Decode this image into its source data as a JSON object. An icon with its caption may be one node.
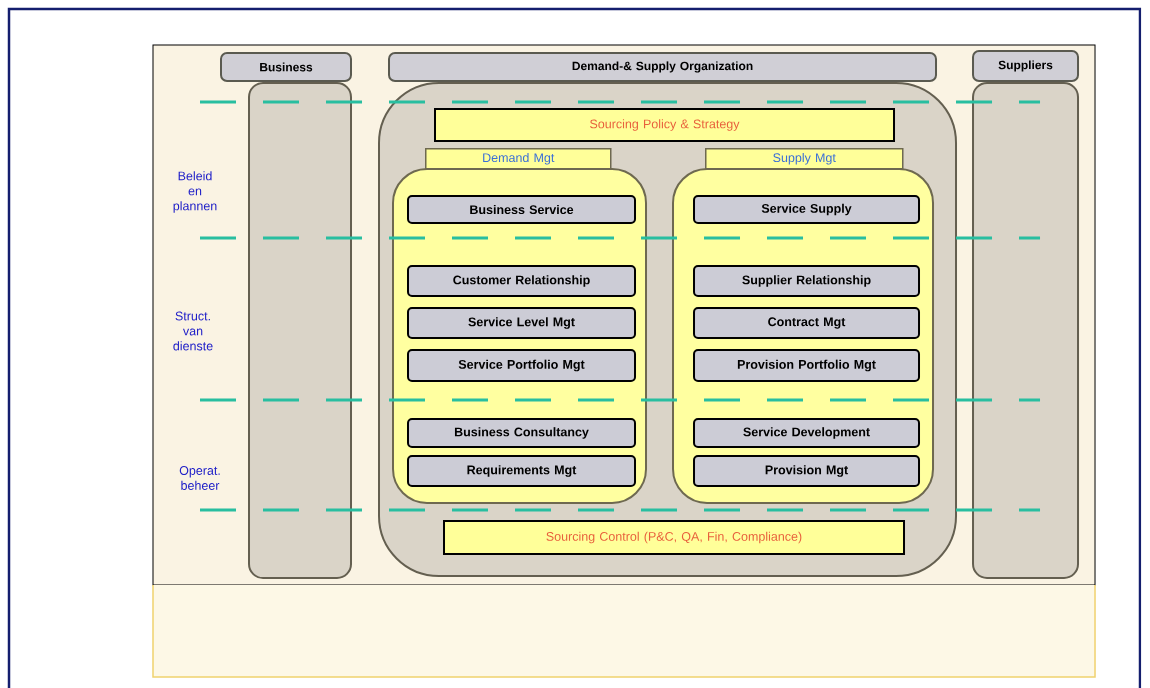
{
  "diagram": {
    "nodes": [
      {
        "text": [
          "Business"
        ]
      },
      {
        "text": [
          "Demand-& Supply Organization"
        ]
      },
      {
        "text": [
          "Suppliers"
        ]
      },
      {
        "text": [],
        "shape": "box"
      },
      {
        "text": [],
        "shape": "box"
      },
      {
        "text": [],
        "shape": "box"
      },
      {
        "text": [
          "Sourcing Policy & Strategy"
        ],
        "in": 4
      },
      {
        "text": [
          "Demand Mgt"
        ],
        "in": 4
      },
      {
        "text": [],
        "shape": "box",
        "in": 4
      },
      {
        "text": [
          "Business Service"
        ],
        "in": 8
      },
      {
        "text": [
          "Customer Relationship"
        ],
        "in": 8
      },
      {
        "text": [
          "Service Level Mgt"
        ],
        "in": 8
      },
      {
        "text": [
          "Service Portfolio Mgt"
        ],
        "in": 8
      },
      {
        "text": [
          "Business Consultancy"
        ],
        "in": 8
      },
      {
        "text": [
          "Requirements Mgt"
        ],
        "in": 8
      },
      {
        "text": [
          "Supply Mgt"
        ],
        "in": 4
      },
      {
        "text": [],
        "shape": "box",
        "in": 4
      },
      {
        "text": [
          "Service Supply"
        ],
        "in": 16
      },
      {
        "text": [
          "Supplier Relationship"
        ],
        "in": 16
      },
      {
        "text": [
          "Contract Mgt"
        ],
        "in": 16
      },
      {
        "text": [
          "Provision Portfolio Mgt"
        ],
        "in": 16
      },
      {
        "text": [
          "Service Development"
        ],
        "in": 16
      },
      {
        "text": [
          "Provision Mgt"
        ],
        "in": 16
      },
      {
        "text": [
          "Sourcing Control (P&C, QA, Fin, Compliance)"
        ],
        "in": 4
      }
    ],
    "labels": [
      "Beleid en plannen",
      "Struct. van dienste",
      "Operat. beheer"
    ]
  }
}
